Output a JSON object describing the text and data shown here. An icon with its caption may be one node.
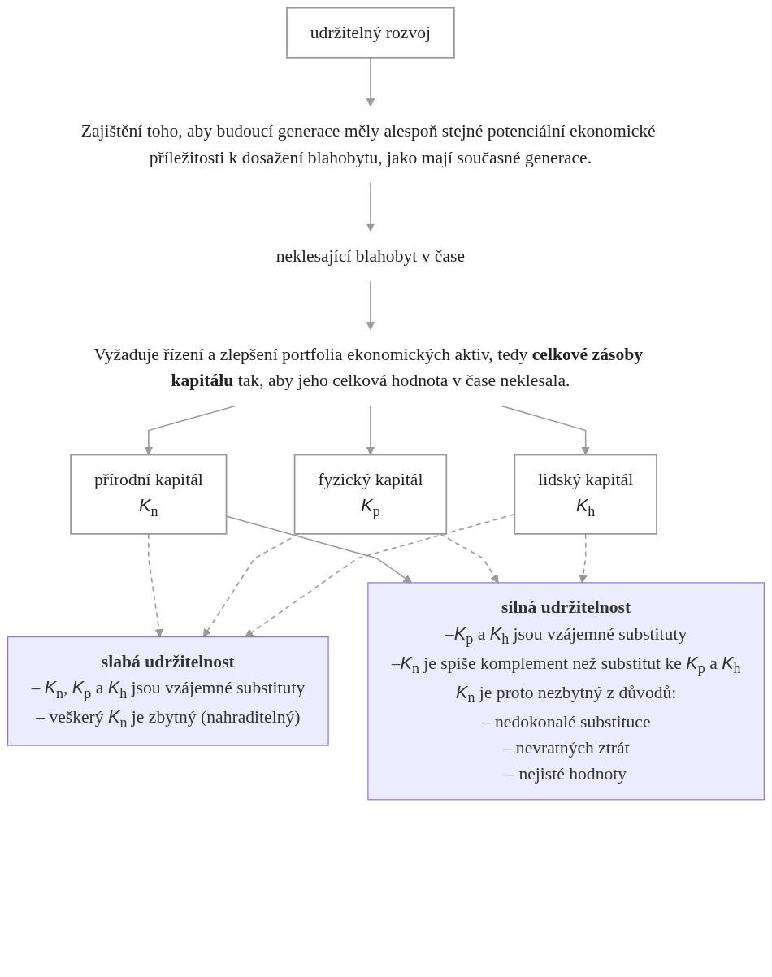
{
  "diagram": {
    "nodes": [
      {
        "text": [
          "udržitelný rozvoj"
        ]
      },
      {
        "text": [
          "Zajištění toho, aby budoucí generace měly alespoň stejné potenciální ekonomické příležitosti k dosažení blahobytu, jako mají současné generace."
        ]
      },
      {
        "text": [
          "neklesající blahobyt v čase"
        ]
      },
      {
        "text": [
          "Vyžaduje řízení a zlepšení portfolia ekonomických aktiv, tedy **celkové zásoby kapitálu** tak, aby jeho celková hodnota v čase neklesala."
        ]
      },
      {
        "text": [
          "přírodní kapitál",
          "*K*$_{n}$"
        ]
      },
      {
        "text": [
          "fyzický kapitál",
          "*K*$_{p}$"
        ]
      },
      {
        "text": [
          "lidský kapitál",
          "*K*$_{h}$"
        ]
      },
      {
        "text": [
          "slabá udržitelnost",
          "– *K*$_{n}$, *K*$_{p}$ a *K*$_{h}$ jsou vzájemné substituty",
          "– veškerý *K*$_{n}$ je zbytný (nahraditelný)"
        ]
      },
      {
        "text": [
          "silná udržitelnost",
          "–*K*$_{p}$ a *K*$_{h}$ jsou vzájemné substituty",
          "–*K*$_{n}$ je spíše komplement než substitut ke *K*$_{p}$ a *K*$_{h}$",
          "*K*$_{n}$ je proto nezbytný z důvodů:",
          "– nedokonalé substituce",
          "– nevratných ztrát",
          "– nejisté hodnoty"
        ]
      }
    ],
    "edges": [
      {
        "from": 0,
        "to": 1,
        "arrow": "to"
      },
      {
        "from": 1,
        "to": 2,
        "arrow": "to"
      },
      {
        "from": 2,
        "to": 3,
        "arrow": "to"
      },
      {
        "from": 3,
        "to": 4,
        "arrow": "to"
      },
      {
        "from": 3,
        "to": 5,
        "arrow": "to"
      },
      {
        "from": 3,
        "to": 6,
        "arrow": "to"
      },
      {
        "from": 4,
        "to": 7,
        "arrow": "to",
        "style": "dashed"
      },
      {
        "from": 5,
        "to": 7,
        "arrow": "to",
        "style": "dashed"
      },
      {
        "from": 6,
        "to": 7,
        "arrow": "to",
        "style": "dashed"
      },
      {
        "from": 4,
        "to": 8,
        "arrow": "to"
      },
      {
        "from": 5,
        "to": 8,
        "arrow": "to",
        "style": "dashed"
      },
      {
        "from": 6,
        "to": 8,
        "arrow": "to",
        "style": "dashed"
      }
    ]
  }
}
